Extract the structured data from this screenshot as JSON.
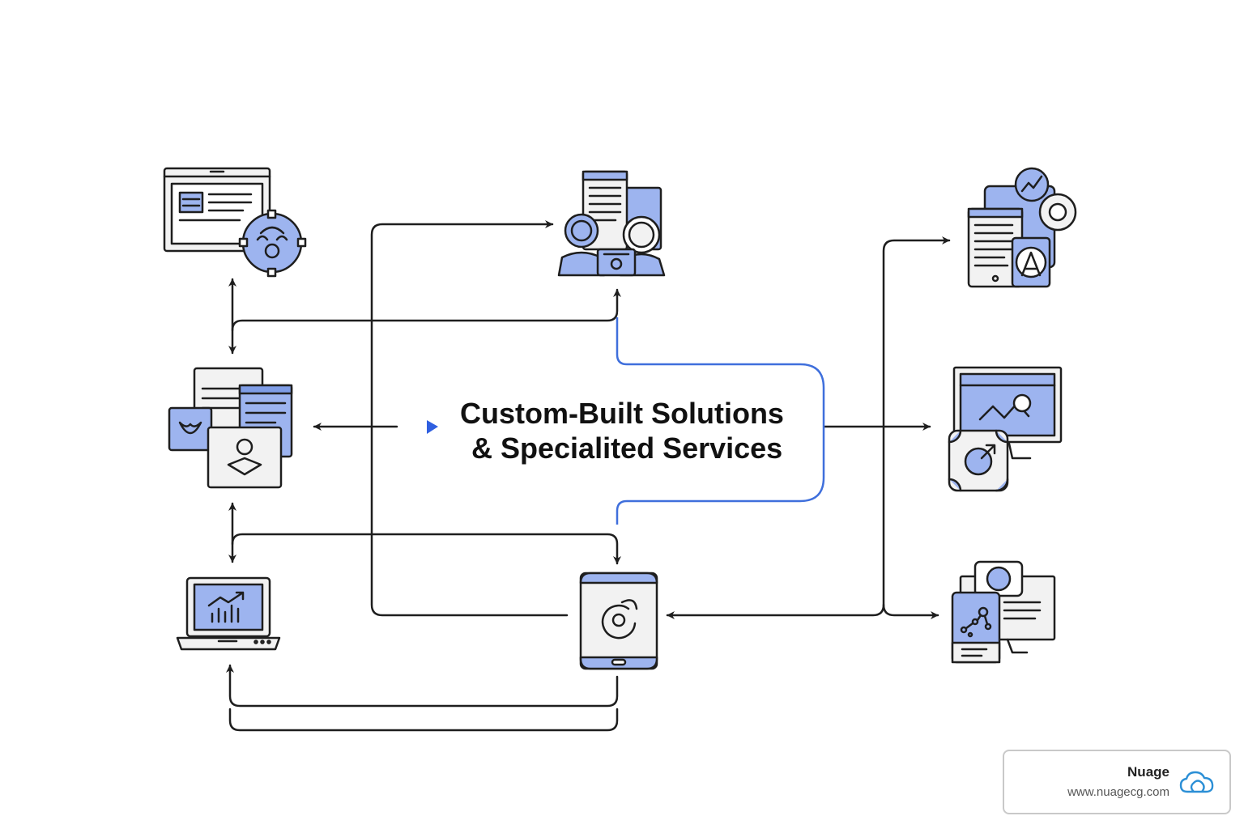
{
  "diagram": {
    "title_line_1": "Custom-Built Solutions",
    "title_line_2": "& Specialited Services"
  },
  "colors": {
    "accent_fill": "#9db4ef",
    "accent_line": "#3f6fdc",
    "stroke": "#1e1e1e",
    "paper": "#f2f2f2"
  },
  "brand": {
    "name": "Nuage",
    "url": "www.nuagecg.com",
    "logo_icon": "cloud-icon",
    "logo_color": "#2b8fd6"
  },
  "nodes": [
    {
      "id": "web-dashboard",
      "icon": "browser-window-target-icon"
    },
    {
      "id": "team-documents",
      "icon": "people-documents-icon"
    },
    {
      "id": "analytics-tablet",
      "icon": "tablet-chart-icon"
    },
    {
      "id": "documents-portfolio",
      "icon": "document-stack-icon"
    },
    {
      "id": "monitor-analytics",
      "icon": "monitor-graph-icon"
    },
    {
      "id": "laptop-growth",
      "icon": "laptop-growth-chart-icon"
    },
    {
      "id": "mobile-app",
      "icon": "tablet-refresh-icon"
    },
    {
      "id": "network-devices",
      "icon": "devices-network-icon"
    }
  ]
}
